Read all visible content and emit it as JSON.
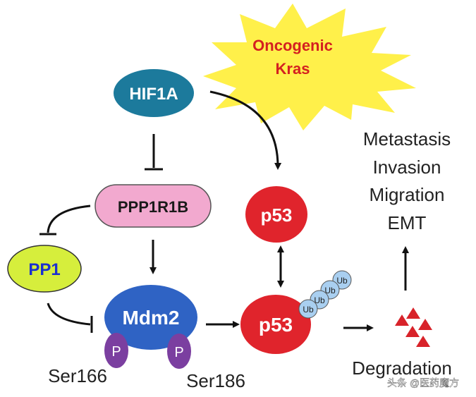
{
  "oncogenic": {
    "line1": "Oncogenic",
    "line2": "Kras"
  },
  "nodes": {
    "hif1a": "HIF1A",
    "ppp1r1b": "PPP1R1B",
    "pp1": "PP1",
    "mdm2": "Mdm2",
    "p53_top": "p53",
    "p53_bottom": "p53"
  },
  "phospho": {
    "p1": "P",
    "p2": "P",
    "site1": "Ser166",
    "site2": "Ser186"
  },
  "ubiquitin": [
    "Ub",
    "Ub",
    "Ub",
    "Ub"
  ],
  "outcomes": [
    "Metastasis",
    "Invasion",
    "Migration",
    "EMT"
  ],
  "degradation": "Degradation",
  "watermark": "头条 @医药魔方",
  "colors": {
    "hif1a": "#1c7a9c",
    "ppp1r1b": "#f2a9cf",
    "pp1": "#d6ee3c",
    "pp1_text": "#1a2fd0",
    "mdm2": "#2f63c4",
    "p53": "#e0242c",
    "phospho": "#7b3fa0",
    "ubiquitin": "#a9cff0",
    "star": "#fff04a",
    "oncogenic_text": "#d42020",
    "arrow": "#111111",
    "debris": "#d8232a"
  }
}
